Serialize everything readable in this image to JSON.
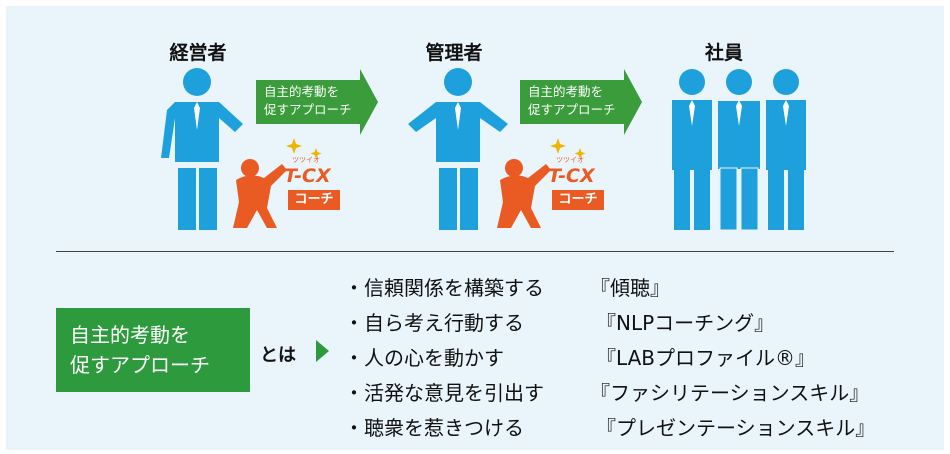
{
  "roles": {
    "executive": "経営者",
    "manager": "管理者",
    "employee": "社員"
  },
  "arrow_label_line1": "自主的考動を",
  "arrow_label_line2": "促すアプローチ",
  "coach": {
    "ruby": "ツツイオ",
    "logo": "T-CX",
    "badge": "コーチ"
  },
  "definition": {
    "line1": "自主的考動を",
    "line2": "促すアプローチ",
    "toha": "とは"
  },
  "items": [
    {
      "left": "・信頼関係を構築する",
      "right": "『傾聴』"
    },
    {
      "left": "・自ら考え行動する",
      "right": "『NLPコーチング』"
    },
    {
      "left": "・人の心を動かす",
      "right": "『LABプロファイル®』"
    },
    {
      "left": "・活発な意見を引出す",
      "right": "『ファシリテーションスキル』"
    },
    {
      "left": "・聴衆を惹きつける",
      "right": "『プレゼンテーションスキル』"
    }
  ],
  "colors": {
    "person": "#1ea0dc",
    "arrow": "#3a9c3a",
    "coach": "#ea5a23",
    "tie": "#ffffff",
    "spark": "#f0b400"
  }
}
